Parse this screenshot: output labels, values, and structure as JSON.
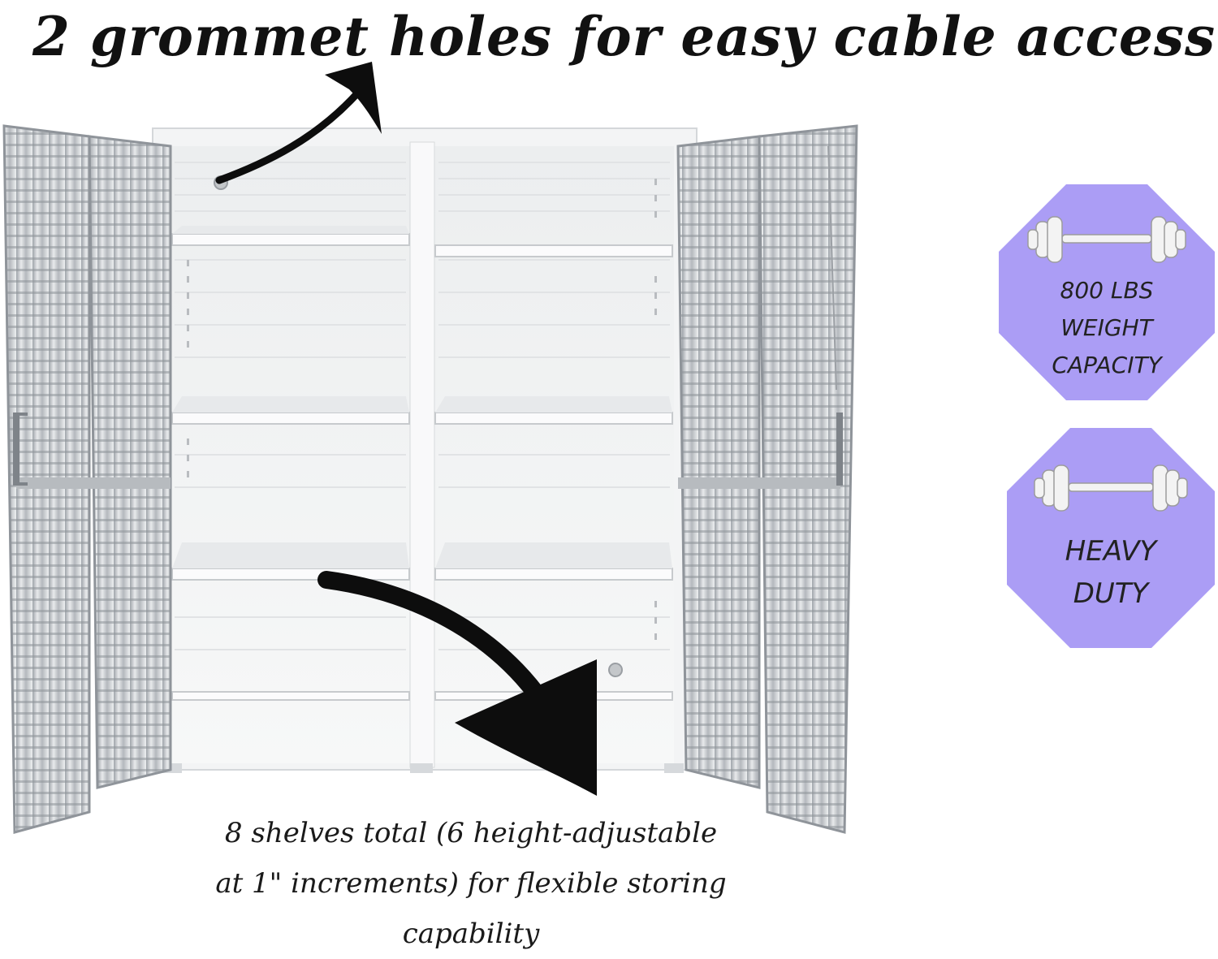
{
  "headline": "2 grommet holes for easy cable access",
  "caption": {
    "line1": "8 shelves total (6 height-adjustable",
    "line2": "at 1\" increments) for flexible storing",
    "line3": "capability"
  },
  "badges": [
    {
      "icon": "dumbbell-icon",
      "line1": "800 LBS",
      "line2": "WEIGHT",
      "line3": "CAPACITY"
    },
    {
      "icon": "dumbbell-icon",
      "line1": "HEAVY",
      "line2": "DUTY"
    }
  ],
  "colors": {
    "badge_fill": "#ab9df5",
    "ink": "#111111",
    "steel": "#c9ccd0",
    "cabinet_white": "#f4f5f6"
  }
}
